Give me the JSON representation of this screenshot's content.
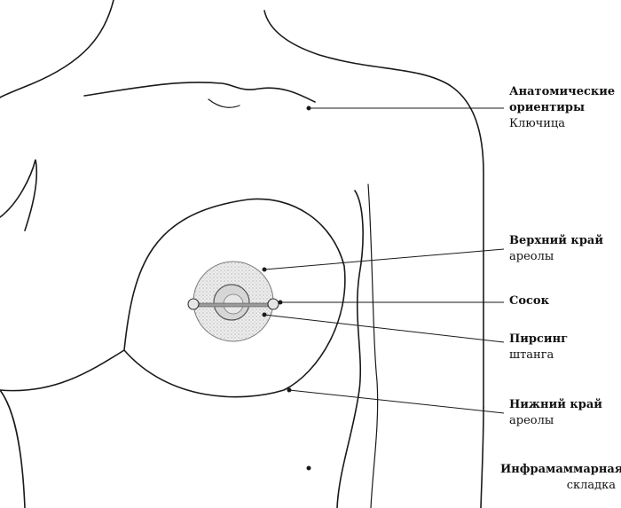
{
  "labels": {
    "landmarks": {
      "title": "Анатомические ориентиры",
      "line1": "Анатомические",
      "line2": "ориентиры",
      "sub": "Ключица"
    },
    "upper_areola": {
      "title": "Верхний край",
      "sub": "ареолы"
    },
    "nipple": {
      "title": "Сосок"
    },
    "piercing": {
      "title": "Пирсинг",
      "sub": "штанга"
    },
    "lower_areola": {
      "title": "Нижний край",
      "sub": "ареолы"
    },
    "inframammary": {
      "title": "Инфрамаммарная",
      "sub": "складка"
    }
  },
  "colors": {
    "line": "#1a1a1a",
    "areola_fill": "#dcdcdc",
    "bar": "#888888"
  }
}
